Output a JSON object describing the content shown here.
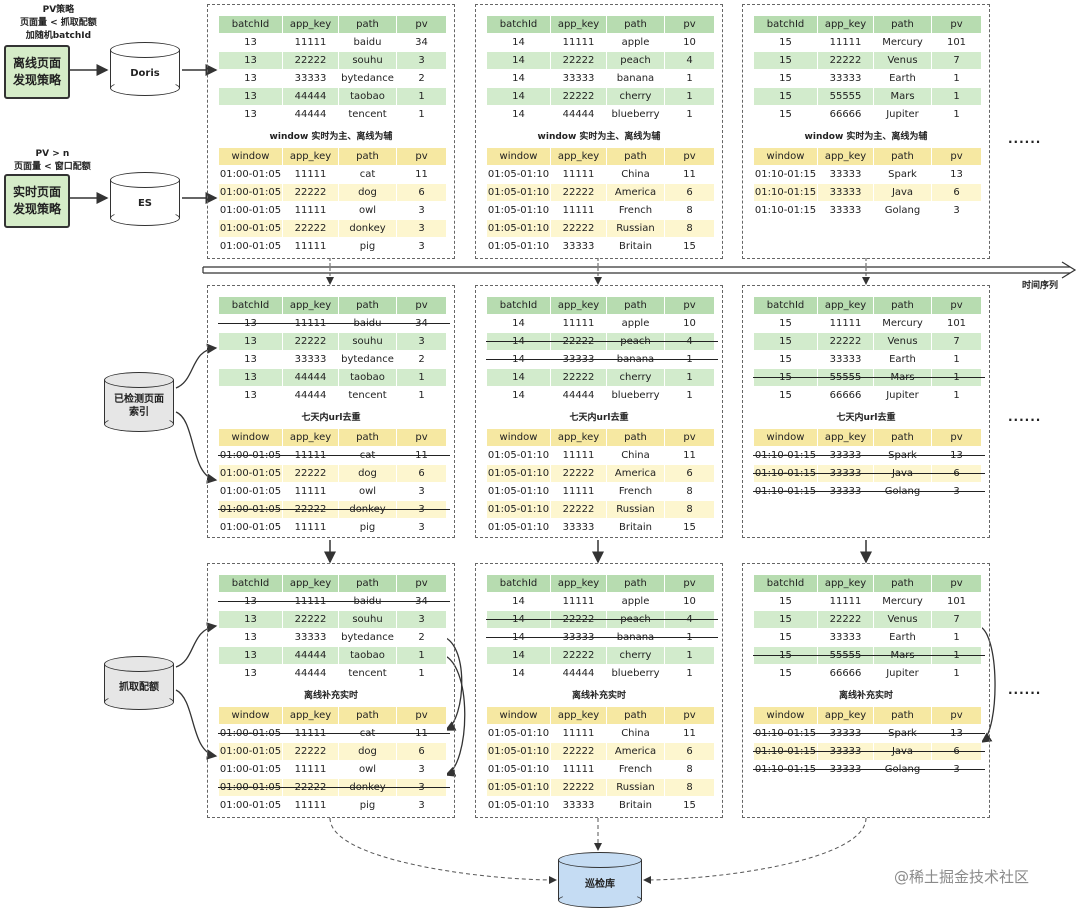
{
  "left": {
    "offline_note": [
      "PV策略",
      "页面量 < 抓取配额",
      "加随机batchId"
    ],
    "offline_strategy": [
      "离线页面",
      "发现策略"
    ],
    "doris": "Doris",
    "realtime_note": [
      "PV > n",
      "页面量 < 窗口配额"
    ],
    "realtime_strategy": [
      "实时页面",
      "发现策略"
    ],
    "es": "ES",
    "checked_index": [
      "已检测页面",
      "索引"
    ],
    "quota": "抓取配额"
  },
  "timeline_label": "时间序列",
  "patrol_db": "巡检库",
  "watermark": "@稀土掘金技术社区",
  "ellipsis": "......",
  "headers": {
    "batch": [
      "batchId",
      "app_key",
      "path",
      "pv"
    ],
    "window": [
      "window",
      "app_key",
      "path",
      "pv"
    ]
  },
  "stage_captions": [
    "window 实时为主、离线为辅",
    "七天内url去重",
    "离线补充实时"
  ],
  "batches": [
    [
      [
        "13",
        "11111",
        "baidu",
        "34"
      ],
      [
        "13",
        "22222",
        "souhu",
        "3"
      ],
      [
        "13",
        "33333",
        "bytedance",
        "2"
      ],
      [
        "13",
        "44444",
        "taobao",
        "1"
      ],
      [
        "13",
        "44444",
        "tencent",
        "1"
      ]
    ],
    [
      [
        "14",
        "11111",
        "apple",
        "10"
      ],
      [
        "14",
        "22222",
        "peach",
        "4"
      ],
      [
        "14",
        "33333",
        "banana",
        "1"
      ],
      [
        "14",
        "22222",
        "cherry",
        "1"
      ],
      [
        "14",
        "44444",
        "blueberry",
        "1"
      ]
    ],
    [
      [
        "15",
        "11111",
        "Mercury",
        "101"
      ],
      [
        "15",
        "22222",
        "Venus",
        "7"
      ],
      [
        "15",
        "33333",
        "Earth",
        "1"
      ],
      [
        "15",
        "55555",
        "Mars",
        "1"
      ],
      [
        "15",
        "66666",
        "Jupiter",
        "1"
      ]
    ]
  ],
  "windows": [
    [
      [
        "01:00-01:05",
        "11111",
        "cat",
        "11"
      ],
      [
        "01:00-01:05",
        "22222",
        "dog",
        "6"
      ],
      [
        "01:00-01:05",
        "11111",
        "owl",
        "3"
      ],
      [
        "01:00-01:05",
        "22222",
        "donkey",
        "3"
      ],
      [
        "01:00-01:05",
        "11111",
        "pig",
        "3"
      ]
    ],
    [
      [
        "01:05-01:10",
        "11111",
        "China",
        "11"
      ],
      [
        "01:05-01:10",
        "22222",
        "America",
        "6"
      ],
      [
        "01:05-01:10",
        "11111",
        "French",
        "8"
      ],
      [
        "01:05-01:10",
        "22222",
        "Russian",
        "8"
      ],
      [
        "01:05-01:10",
        "33333",
        "Britain",
        "15"
      ]
    ],
    [
      [
        "01:10-01:15",
        "33333",
        "Spark",
        "13"
      ],
      [
        "01:10-01:15",
        "33333",
        "Java",
        "6"
      ],
      [
        "01:10-01:15",
        "33333",
        "Golang",
        "3"
      ]
    ]
  ],
  "struck": {
    "row2": {
      "batch": [
        [
          0
        ],
        [
          1,
          2
        ],
        [
          3
        ]
      ],
      "window": [
        [
          0,
          3
        ],
        [],
        [
          0,
          1,
          2
        ]
      ]
    },
    "row3": {
      "batch": [
        [
          0
        ],
        [
          1,
          2
        ],
        [
          3
        ]
      ],
      "window": [
        [
          0,
          3
        ],
        [],
        [
          0,
          1,
          2
        ]
      ]
    }
  },
  "colors": {
    "green_header": "#b7dcb0",
    "green_row": "#d2ebcc",
    "yellow_header": "#f6e8a2",
    "yellow_row": "#fdf6cf",
    "strategy_fill": "#d5ecc8",
    "patrol_fill": "#c5dcf3"
  }
}
